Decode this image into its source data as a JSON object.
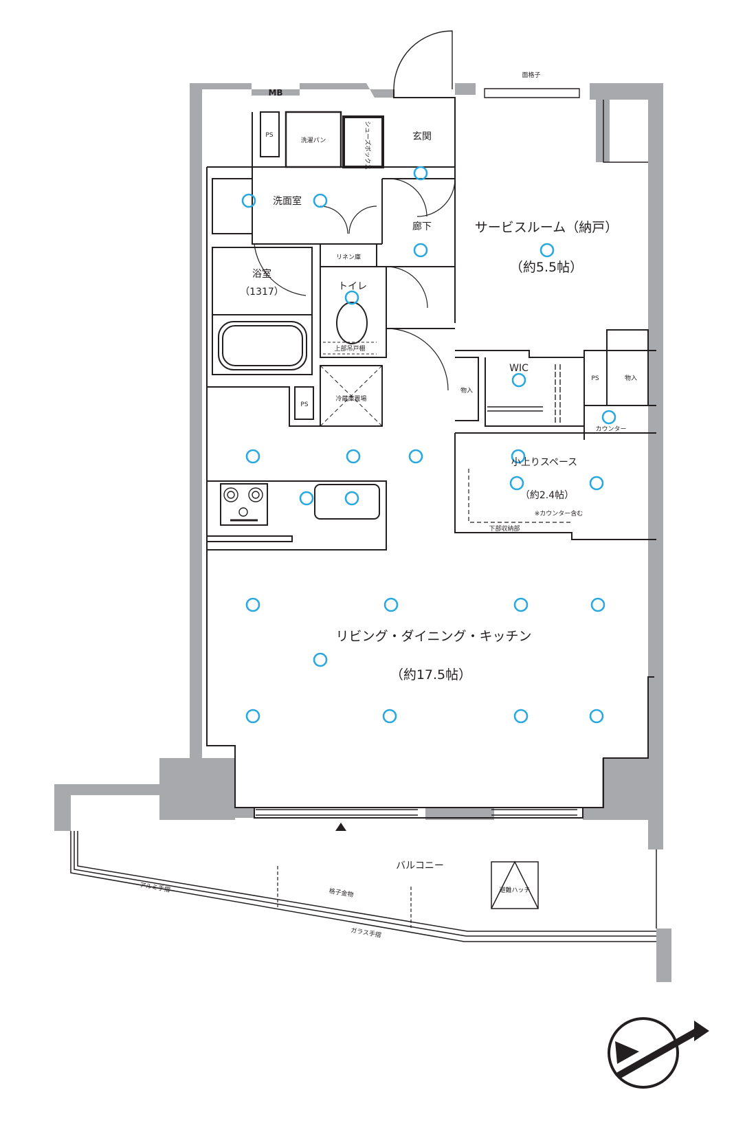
{
  "rooms": {
    "mb": "MB",
    "ps_top": "PS",
    "sentaku_pan": "洗濯パン",
    "shoes_box": "シューズボックス",
    "genkan": "玄関",
    "men_goshi": "面格子",
    "senmenjo": "洗面室",
    "roka": "廊下",
    "service_room": "サービスルーム（納戸）",
    "service_room_size": "（約5.5帖）",
    "linen": "リネン庫",
    "yokushitsu": "浴室",
    "yokushitsu_size": "（1317）",
    "toilet": "トイレ",
    "toilet_cabinet": "上部吊戸棚",
    "reizoko": "冷蔵庫置場",
    "wic": "WIC",
    "ps_mid": "PS",
    "monoire_1": "物入",
    "monoire_2": "物入",
    "ps_kitchen": "PS",
    "counter": "カウンター",
    "koagari": "小上りスペース",
    "koagari_size": "（約2.4帖）",
    "koagari_note": "※カウンター含む",
    "shita_shuno": "下部収納部",
    "ldk": "リビング・ダイニング・キッチン",
    "ldk_size": "（約17.5帖）",
    "balcony": "バルコニー",
    "hinan_hatch": "避難ハッチ",
    "aluminum_rail": "アルミ手摺",
    "koshi_kanamono": "格子金物",
    "glass_rail": "ガラス手摺"
  },
  "lights": {
    "count": 25
  },
  "colors": {
    "wall": "#a7a9ac",
    "line": "#231f20",
    "light": "#29a8e0"
  }
}
